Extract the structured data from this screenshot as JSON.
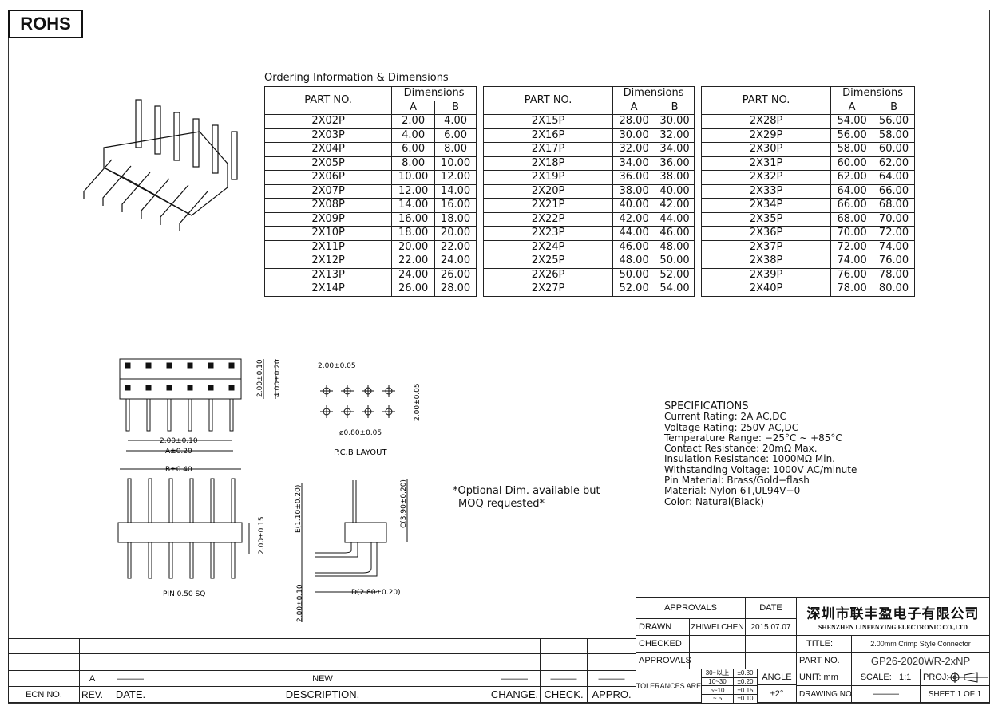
{
  "badge": "ROHS",
  "table_title": "Ordering Information & Dimensions",
  "headers": {
    "part": "PART NO.",
    "dims": "Dimensions",
    "a": "A",
    "b": "B"
  },
  "groups": [
    {
      "rows": [
        [
          "2X02P",
          "2.00",
          "4.00"
        ],
        [
          "2X03P",
          "4.00",
          "6.00"
        ],
        [
          "2X04P",
          "6.00",
          "8.00"
        ],
        [
          "2X05P",
          "8.00",
          "10.00"
        ],
        [
          "2X06P",
          "10.00",
          "12.00"
        ],
        [
          "2X07P",
          "12.00",
          "14.00"
        ],
        [
          "2X08P",
          "14.00",
          "16.00"
        ],
        [
          "2X09P",
          "16.00",
          "18.00"
        ],
        [
          "2X10P",
          "18.00",
          "20.00"
        ],
        [
          "2X11P",
          "20.00",
          "22.00"
        ],
        [
          "2X12P",
          "22.00",
          "24.00"
        ],
        [
          "2X13P",
          "24.00",
          "26.00"
        ],
        [
          "2X14P",
          "26.00",
          "28.00"
        ]
      ]
    },
    {
      "rows": [
        [
          "2X15P",
          "28.00",
          "30.00"
        ],
        [
          "2X16P",
          "30.00",
          "32.00"
        ],
        [
          "2X17P",
          "32.00",
          "34.00"
        ],
        [
          "2X18P",
          "34.00",
          "36.00"
        ],
        [
          "2X19P",
          "36.00",
          "38.00"
        ],
        [
          "2X20P",
          "38.00",
          "40.00"
        ],
        [
          "2X21P",
          "40.00",
          "42.00"
        ],
        [
          "2X22P",
          "42.00",
          "44.00"
        ],
        [
          "2X23P",
          "44.00",
          "46.00"
        ],
        [
          "2X24P",
          "46.00",
          "48.00"
        ],
        [
          "2X25P",
          "48.00",
          "50.00"
        ],
        [
          "2X26P",
          "50.00",
          "52.00"
        ],
        [
          "2X27P",
          "52.00",
          "54.00"
        ]
      ]
    },
    {
      "rows": [
        [
          "2X28P",
          "54.00",
          "56.00"
        ],
        [
          "2X29P",
          "56.00",
          "58.00"
        ],
        [
          "2X30P",
          "58.00",
          "60.00"
        ],
        [
          "2X31P",
          "60.00",
          "62.00"
        ],
        [
          "2X32P",
          "62.00",
          "64.00"
        ],
        [
          "2X33P",
          "64.00",
          "66.00"
        ],
        [
          "2X34P",
          "66.00",
          "68.00"
        ],
        [
          "2X35P",
          "68.00",
          "70.00"
        ],
        [
          "2X36P",
          "70.00",
          "72.00"
        ],
        [
          "2X37P",
          "72.00",
          "74.00"
        ],
        [
          "2X38P",
          "74.00",
          "76.00"
        ],
        [
          "2X39P",
          "76.00",
          "78.00"
        ],
        [
          "2X40P",
          "78.00",
          "80.00"
        ]
      ]
    }
  ],
  "labels": {
    "d1": "2.00±0.10",
    "d2": "4.00±0.20",
    "d3": "2.00±0.10",
    "d4": "A±0.20",
    "d5": "B±0.40",
    "d6": "2.00±0.15",
    "pin": "PIN 0.50 SQ",
    "p1": "2.00±0.05",
    "p2": "2.00±0.05",
    "p3": "ø0.80±0.05",
    "pcb": "P.C.B LAYOUT",
    "e": "E(1.10±0.20)",
    "cc": "C(3.90±0.20)",
    "dd": "D(2.80±0.20)",
    "s1": "2.00±0.10"
  },
  "note": [
    "*Optional Dim. available but",
    "MOQ requested*"
  ],
  "specs": [
    "SPECIFICATIONS",
    "Current Rating: 2A AC,DC",
    "Voltage Rating: 250V AC,DC",
    "Temperature Range: −25°C ~ +85°C",
    "Contact Resistance: 20mΩ Max.",
    "Insulation Resistance: 1000MΩ Min.",
    "Withstanding Voltage: 1000V AC/minute",
    "Pin Material: Brass/Gold−flash",
    "Material: Nylon 6T,UL94V−0",
    "Color: Natural(Black)"
  ],
  "title_block": {
    "approvals": "APPROVALS",
    "date": "DATE",
    "drawn": "DRAWN",
    "drawn_by": "ZHIWEI.CHEN",
    "drawn_date": "2015.07.07",
    "checked": "CHECKED",
    "approvals2": "APPROVALS",
    "company_cn": "深圳市联丰盈电子有限公司",
    "company_en": "SHENZHEN LINFENYING ELECTRONIC CO.,LTD",
    "title_label": "TITLE:",
    "title": "2.00mm Crimp Style Connector",
    "part_label": "PART NO.",
    "part_no": "GP26-2020WR-2xNP",
    "tol_label": "TOLERANCES ARE",
    "tol": [
      [
        "30~以上",
        "±0.30"
      ],
      [
        "10~30",
        "±0.20"
      ],
      [
        "5~10",
        "±0.15"
      ],
      [
        "~ 5",
        "±0.10"
      ]
    ],
    "angle": "ANGLE",
    "angle_val": "±2°",
    "unit": "UNIT: mm",
    "scale_label": "SCALE:",
    "scale": "1:1",
    "proj": "PROJ:",
    "drawing_no": "DRAWING NO.",
    "drawing_no_val": "———",
    "sheet": "SHEET  1 OF 1"
  },
  "revision": {
    "rev": "A",
    "date": "———",
    "desc": "NEW",
    "change": "———",
    "check": "———",
    "appro": "———",
    "headers": [
      "ECN NO.",
      "REV.",
      "DATE.",
      "DESCRIPTION.",
      "CHANGE.",
      "CHECK.",
      "APPRO."
    ]
  }
}
